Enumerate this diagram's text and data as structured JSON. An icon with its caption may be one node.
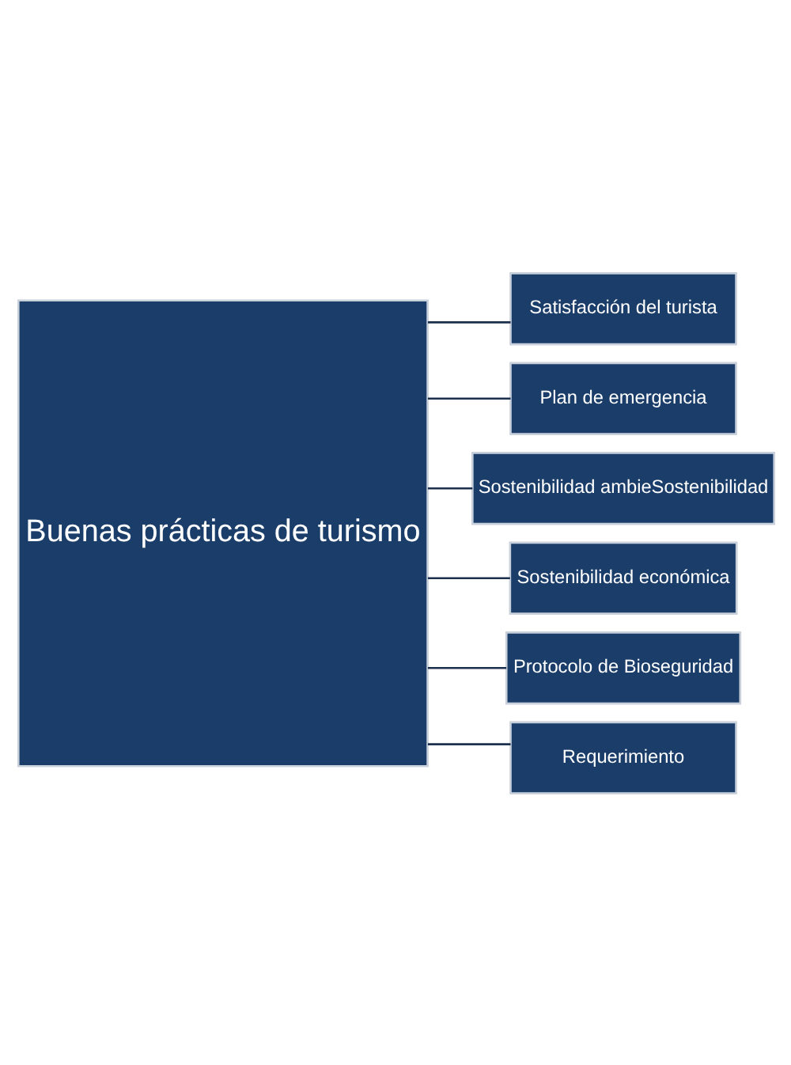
{
  "diagram": {
    "nodes": [
      {
        "text": [
          "Buenas prácticas de turismo"
        ]
      },
      {
        "text": [
          "Satisfacción del turista"
        ]
      },
      {
        "text": [
          "Plan de emergencia"
        ]
      },
      {
        "text": [
          "Sostenibilidad ambieSostenibilidad"
        ]
      },
      {
        "text": [
          "Sostenibilidad económica"
        ]
      },
      {
        "text": [
          "Protocolo de Bioseguridad"
        ]
      },
      {
        "text": [
          "Requerimiento"
        ]
      }
    ],
    "edges": [
      {
        "from": 0,
        "to": 1,
        "arrow": "none"
      },
      {
        "from": 0,
        "to": 2,
        "arrow": "none"
      },
      {
        "from": 0,
        "to": 3,
        "arrow": "none"
      },
      {
        "from": 0,
        "to": 4,
        "arrow": "none"
      },
      {
        "from": 0,
        "to": 5,
        "arrow": "none"
      },
      {
        "from": 0,
        "to": 6,
        "arrow": "none"
      }
    ]
  }
}
